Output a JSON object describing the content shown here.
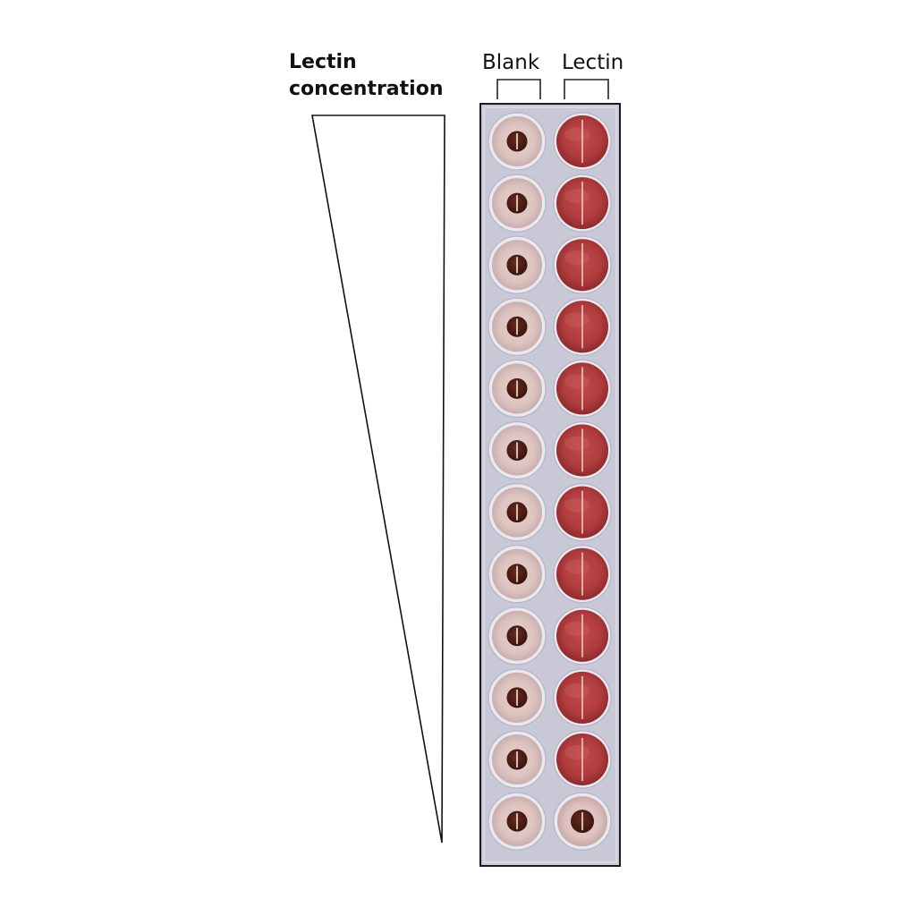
{
  "title": {
    "line1": "Lectin",
    "line2": "concentration"
  },
  "columns": {
    "blank_label": "Blank",
    "lectin_label": "Lectin"
  },
  "plate": {
    "rows": 12,
    "blank_wells": [
      {
        "row": 1,
        "result": "button (no agglutination)"
      },
      {
        "row": 2,
        "result": "button (no agglutination)"
      },
      {
        "row": 3,
        "result": "button (no agglutination)"
      },
      {
        "row": 4,
        "result": "button (no agglutination)"
      },
      {
        "row": 5,
        "result": "button (no agglutination)"
      },
      {
        "row": 6,
        "result": "button (no agglutination)"
      },
      {
        "row": 7,
        "result": "button (no agglutination)"
      },
      {
        "row": 8,
        "result": "button (no agglutination)"
      },
      {
        "row": 9,
        "result": "button (no agglutination)"
      },
      {
        "row": 10,
        "result": "button (no agglutination)"
      },
      {
        "row": 11,
        "result": "button (no agglutination)"
      },
      {
        "row": 12,
        "result": "button (no agglutination)"
      }
    ],
    "lectin_wells": [
      {
        "row": 1,
        "result": "agglutinated"
      },
      {
        "row": 2,
        "result": "agglutinated"
      },
      {
        "row": 3,
        "result": "agglutinated"
      },
      {
        "row": 4,
        "result": "agglutinated"
      },
      {
        "row": 5,
        "result": "agglutinated"
      },
      {
        "row": 6,
        "result": "agglutinated"
      },
      {
        "row": 7,
        "result": "agglutinated"
      },
      {
        "row": 8,
        "result": "agglutinated"
      },
      {
        "row": 9,
        "result": "agglutinated"
      },
      {
        "row": 10,
        "result": "agglutinated"
      },
      {
        "row": 11,
        "result": "agglutinated"
      },
      {
        "row": 12,
        "result": "button (no agglutination)"
      }
    ]
  },
  "colors": {
    "plate_background": "#c9c8d6",
    "plate_border": "#1a1a22",
    "blank_well_fill": "#dcc3c0",
    "blank_button": "#4a1e16",
    "lectin_well_fill": "#b53f3f",
    "lectin_well_edge": "#8e2a2c",
    "wedge_stroke": "#111111"
  }
}
